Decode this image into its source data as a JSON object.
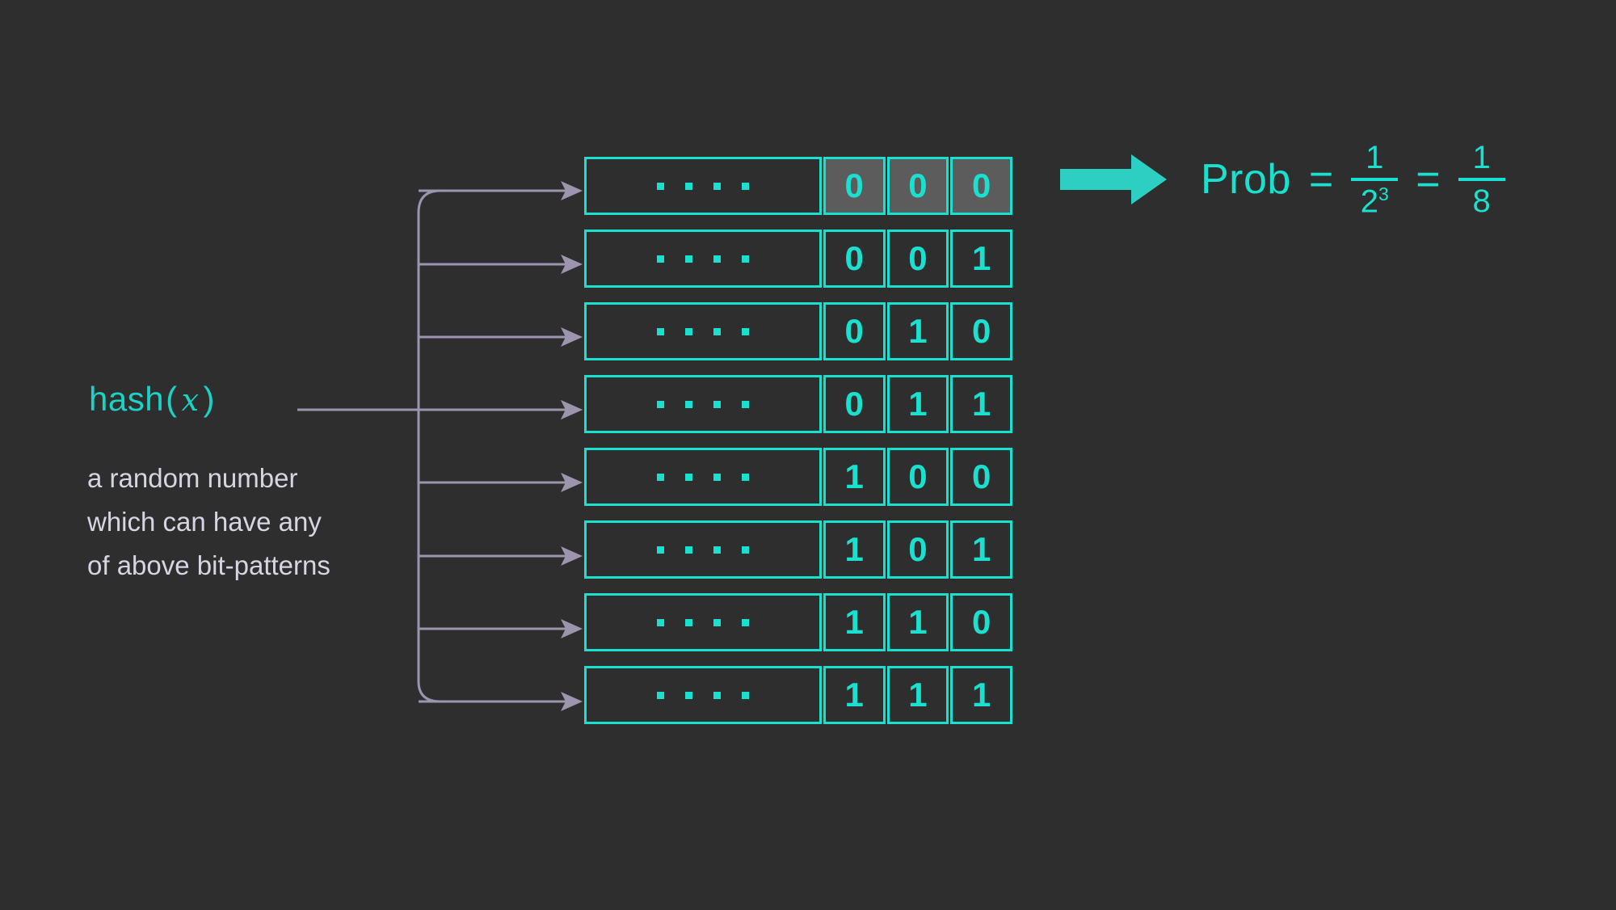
{
  "background_color": "#2e2e2e",
  "accent_color": "#1ae0cf",
  "connector_color": "#9d94ad",
  "text_color": "#d8d5e2",
  "highlight_cell_color": "#5c5c5c",
  "left_panel": {
    "hash_label": {
      "function_name": "hash",
      "open_paren": "(",
      "variable": "x",
      "close_paren": ")"
    },
    "description": "a random number which can have any of above bit-patterns"
  },
  "bit_table": {
    "prefix_symbol": "....",
    "prefix_dot_count": 4,
    "rows": [
      {
        "bits": [
          "0",
          "0",
          "0"
        ],
        "highlighted": true
      },
      {
        "bits": [
          "0",
          "0",
          "1"
        ],
        "highlighted": false
      },
      {
        "bits": [
          "0",
          "1",
          "0"
        ],
        "highlighted": false
      },
      {
        "bits": [
          "0",
          "1",
          "1"
        ],
        "highlighted": false
      },
      {
        "bits": [
          "1",
          "0",
          "0"
        ],
        "highlighted": false
      },
      {
        "bits": [
          "1",
          "0",
          "1"
        ],
        "highlighted": false
      },
      {
        "bits": [
          "1",
          "1",
          "0"
        ],
        "highlighted": false
      },
      {
        "bits": [
          "1",
          "1",
          "1"
        ],
        "highlighted": false
      }
    ]
  },
  "formula": {
    "arrow_icon": "right-block-arrow-icon",
    "label": "Prob",
    "equals_1": "=",
    "fraction_1": {
      "numerator": "1",
      "denominator_base": "2",
      "denominator_exponent": "3"
    },
    "equals_2": "=",
    "fraction_2": {
      "numerator": "1",
      "denominator_base": "8",
      "denominator_exponent": ""
    }
  }
}
